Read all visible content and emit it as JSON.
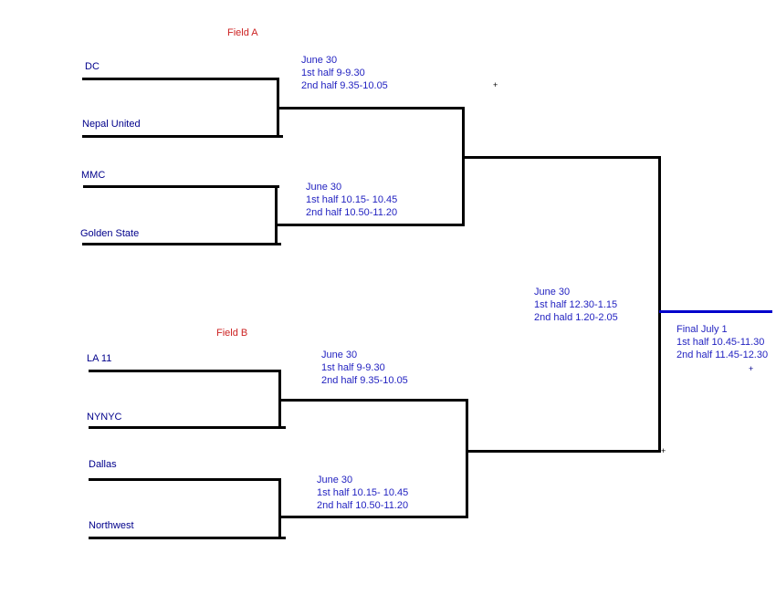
{
  "colors": {
    "team_name": "#00008B",
    "field_label": "#CC2222",
    "schedule_text": "#2323C1",
    "bracket_line": "#000000",
    "final_line": "#0000CC"
  },
  "bracket": {
    "field_a": {
      "label": "Field A",
      "match1": {
        "team_top": "DC",
        "team_bottom": "Nepal United",
        "schedule": [
          "June 30",
          "1st half 9-9.30",
          "2nd half 9.35-10.05"
        ]
      },
      "match2": {
        "team_top": "MMC",
        "team_bottom": "Golden State",
        "schedule": [
          "June 30",
          "1st half 10.15- 10.45",
          "2nd half 10.50-11.20"
        ]
      }
    },
    "field_b": {
      "label": "Field B",
      "match1": {
        "team_top": "LA 11",
        "team_bottom": "NYNYC",
        "schedule": [
          "June 30",
          "1st half 9-9.30",
          "2nd half 9.35-10.05"
        ]
      },
      "match2": {
        "team_top": "Dallas",
        "team_bottom": "Northwest",
        "schedule": [
          "June 30",
          "1st half 10.15- 10.45",
          "2nd half 10.50-11.20"
        ]
      }
    },
    "semifinal": {
      "schedule": [
        "June 30",
        "1st half 12.30-1.15",
        "2nd hald 1.20-2.05"
      ]
    },
    "final": {
      "schedule": [
        "Final July 1",
        "1st half 10.45-11.30",
        "2nd half 11.45-12.30"
      ]
    }
  },
  "markers": {
    "plus": "+"
  }
}
